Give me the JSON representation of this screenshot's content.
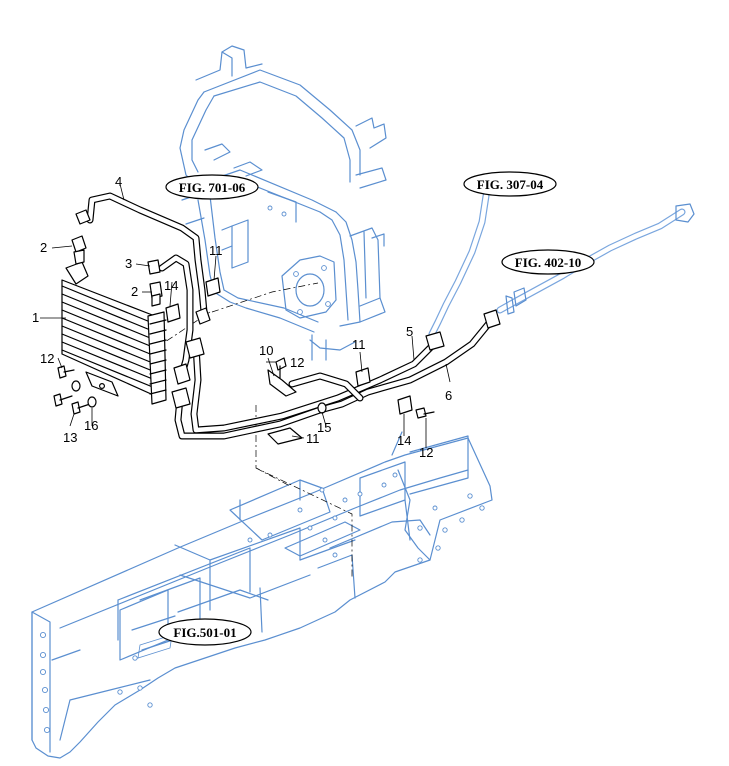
{
  "references": [
    {
      "id": "fig-701-06",
      "text": "FIG. 701-06"
    },
    {
      "id": "fig-307-04",
      "text": "FIG. 307-04"
    },
    {
      "id": "fig-402-10",
      "text": "FIG. 402-10"
    },
    {
      "id": "fig-501-01",
      "text": "FIG.501-01"
    }
  ],
  "callouts": {
    "c1": "1",
    "c2a": "2",
    "c2b": "2",
    "c3": "3",
    "c4": "4",
    "c5": "5",
    "c6": "6",
    "c10": "10",
    "c11a": "11",
    "c11b": "11",
    "c11c": "11",
    "c12a": "12",
    "c12b": "12",
    "c12c": "12",
    "c13": "13",
    "c14a": "14",
    "c14b": "14",
    "c15": "15",
    "c16": "16"
  },
  "colors": {
    "frame": "#5b8fd0",
    "parts": "#000000",
    "background": "#ffffff"
  }
}
